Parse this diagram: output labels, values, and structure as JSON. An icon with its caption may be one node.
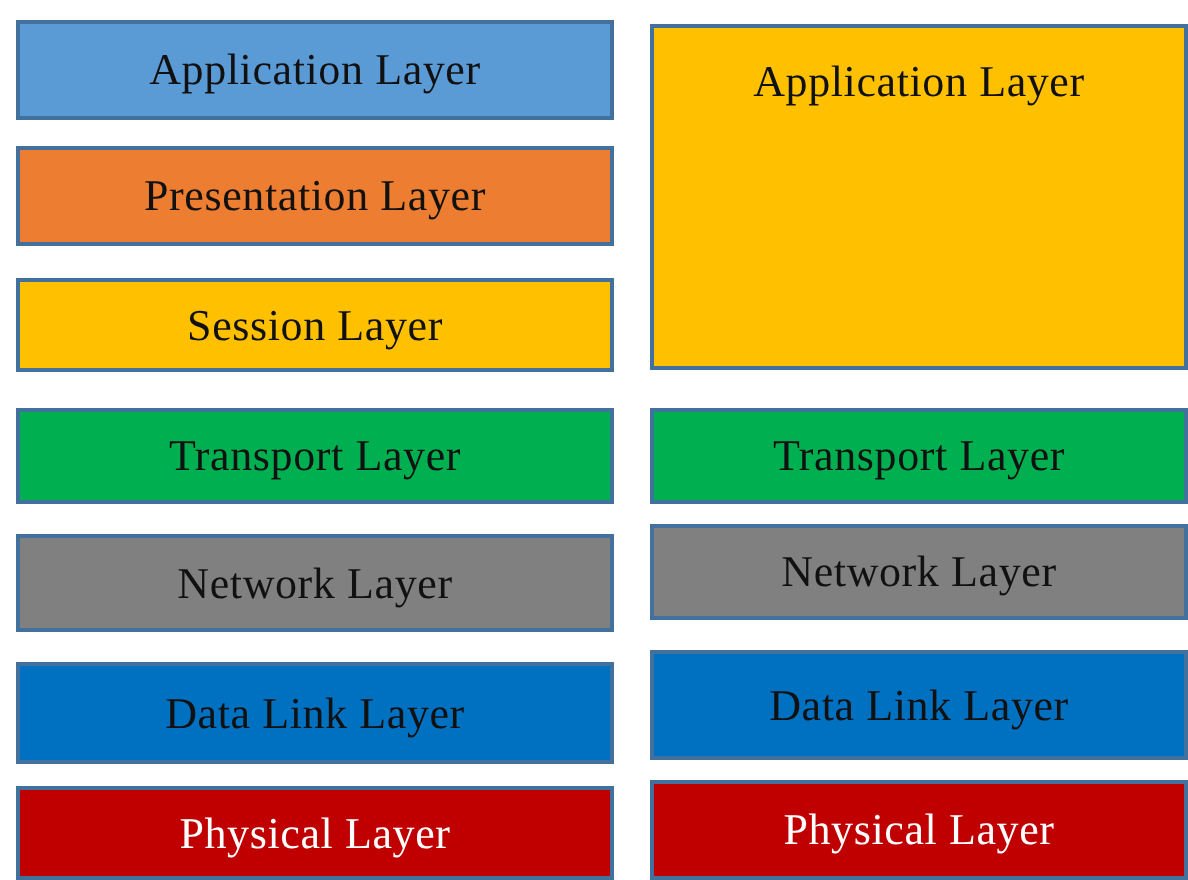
{
  "diagram": {
    "nodes": [
      {
        "text": [
          "Application Layer"
        ]
      },
      {
        "text": [
          "Presentation Layer"
        ]
      },
      {
        "text": [
          "Session Layer"
        ]
      },
      {
        "text": [
          "Transport Layer"
        ]
      },
      {
        "text": [
          "Network Layer"
        ]
      },
      {
        "text": [
          "Data Link Layer"
        ]
      },
      {
        "text": [
          "Physical Layer"
        ]
      },
      {
        "text": [
          "Application Layer"
        ]
      },
      {
        "text": [
          "Transport Layer"
        ]
      },
      {
        "text": [
          "Network Layer"
        ]
      },
      {
        "text": [
          "Data Link Layer"
        ]
      },
      {
        "text": [
          "Physical Layer"
        ]
      }
    ]
  }
}
